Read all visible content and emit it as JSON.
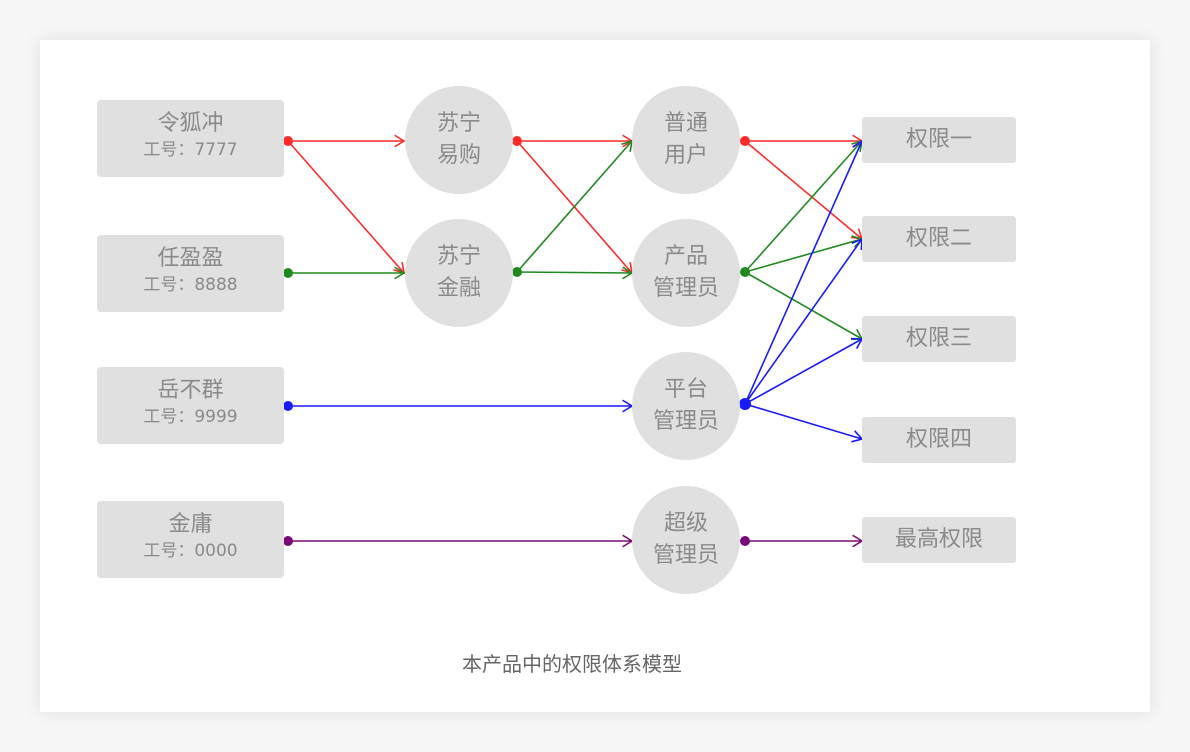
{
  "users": [
    {
      "id": "u1",
      "name": "令狐冲",
      "emp_id": "工号：7777"
    },
    {
      "id": "u2",
      "name": "任盈盈",
      "emp_id": "工号：8888"
    },
    {
      "id": "u3",
      "name": "岳不群",
      "emp_id": "工号：9999"
    },
    {
      "id": "u4",
      "name": "金庸",
      "emp_id": "工号：0000"
    }
  ],
  "orgs": [
    {
      "id": "o1",
      "label": "苏宁\n易购"
    },
    {
      "id": "o2",
      "label": "苏宁\n金融"
    }
  ],
  "roles": [
    {
      "id": "r1",
      "label": "普通\n用户"
    },
    {
      "id": "r2",
      "label": "产品\n管理员"
    },
    {
      "id": "r3",
      "label": "平台\n管理员"
    },
    {
      "id": "r4",
      "label": "超级\n管理员"
    }
  ],
  "permissions": [
    {
      "id": "p1",
      "label": "权限一"
    },
    {
      "id": "p2",
      "label": "权限二"
    },
    {
      "id": "p3",
      "label": "权限三"
    },
    {
      "id": "p4",
      "label": "权限四"
    },
    {
      "id": "p5",
      "label": "最高权限"
    }
  ],
  "colors": {
    "red": "#ff2a2a",
    "green": "#1e8a1e",
    "blue": "#1a1aff",
    "purple": "#7a0a7a"
  },
  "edges": [
    {
      "from": "u1",
      "to": "o1",
      "color": "red"
    },
    {
      "from": "u1",
      "to": "o2",
      "color": "red"
    },
    {
      "from": "u2",
      "to": "o2",
      "color": "green"
    },
    {
      "from": "u3",
      "to": "r3",
      "color": "blue"
    },
    {
      "from": "u4",
      "to": "r4",
      "color": "purple"
    },
    {
      "from": "o1",
      "to": "r1",
      "color": "red"
    },
    {
      "from": "o1",
      "to": "r2",
      "color": "red"
    },
    {
      "from": "o2",
      "to": "r1",
      "color": "green"
    },
    {
      "from": "o2",
      "to": "r2",
      "color": "green"
    },
    {
      "from": "r1",
      "to": "p1",
      "color": "red"
    },
    {
      "from": "r1",
      "to": "p2",
      "color": "red"
    },
    {
      "from": "r2",
      "to": "p1",
      "color": "green"
    },
    {
      "from": "r2",
      "to": "p2",
      "color": "green"
    },
    {
      "from": "r2",
      "to": "p3",
      "color": "green"
    },
    {
      "from": "r3",
      "to": "p1",
      "color": "blue"
    },
    {
      "from": "r3",
      "to": "p2",
      "color": "blue"
    },
    {
      "from": "r3",
      "to": "p3",
      "color": "blue"
    },
    {
      "from": "r3",
      "to": "p4",
      "color": "blue"
    },
    {
      "from": "r4",
      "to": "p5",
      "color": "purple"
    }
  ],
  "caption": "本产品中的权限体系模型"
}
